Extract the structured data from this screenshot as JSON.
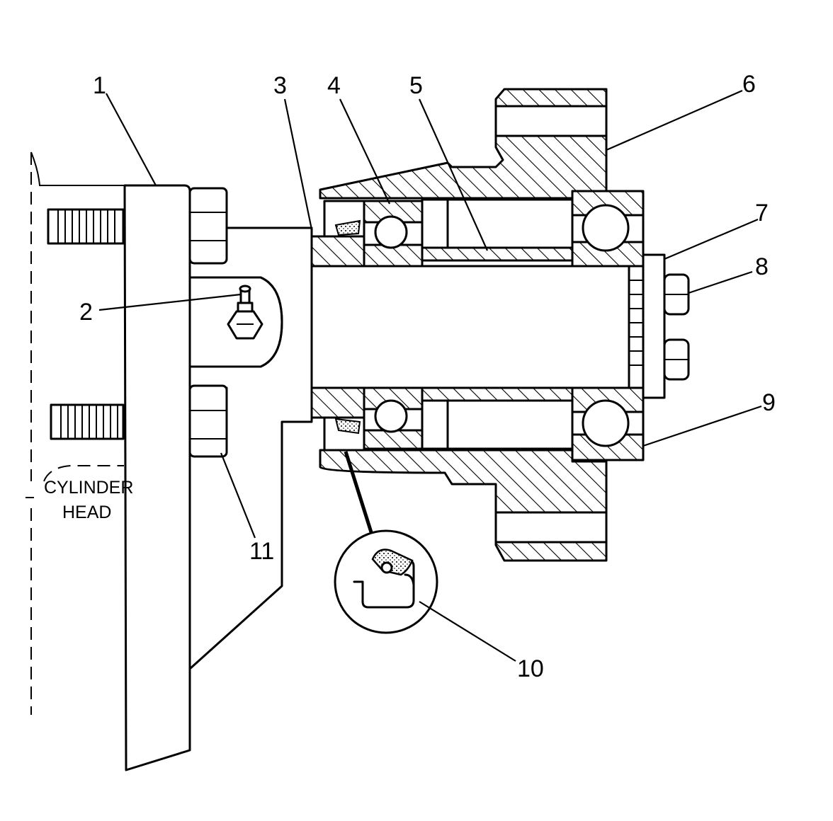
{
  "callouts": [
    "1",
    "2",
    "3",
    "4",
    "5",
    "6",
    "7",
    "8",
    "9",
    "10",
    "11"
  ],
  "labels": {
    "cylinder": "CYLINDER",
    "head": "HEAD"
  },
  "colors": {
    "line": "#000000",
    "background": "#ffffff"
  }
}
